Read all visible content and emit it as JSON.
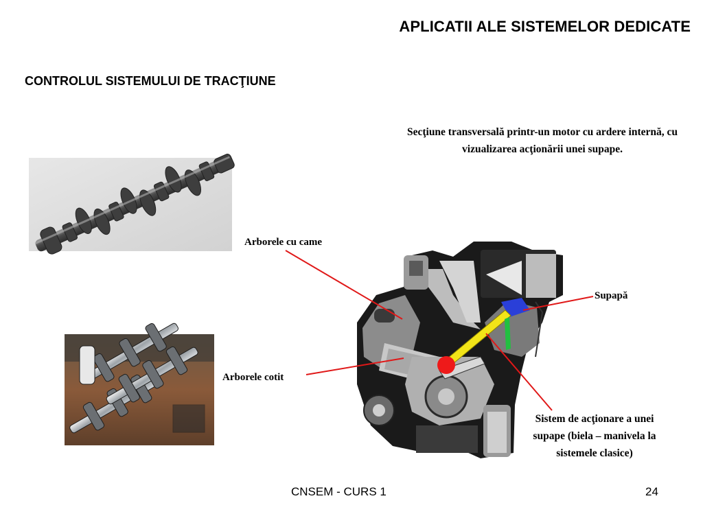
{
  "slide": {
    "title": "APLICATII ALE SISTEMELOR DEDICATE",
    "subtitle": "CONTROLUL SISTEMULUI DE TRACŢIUNE"
  },
  "caption_top": "Secţiune transversală printr-un motor cu ardere internă, cu vizualizarea acţionării unei supape.",
  "labels": {
    "camshaft": "Arborele cu came",
    "valve": "Supapă",
    "crankshaft": "Arborele cotit"
  },
  "caption_bottom": "Sistem de acţionare a unei supape (biela – manivela la sistemele clasice)",
  "footer": {
    "course": "CNSEM - CURS 1",
    "page": "24"
  },
  "colors": {
    "pointer": "#e01818",
    "cam_highlight": "#f2e418",
    "piston_highlight": "#ee1a1a",
    "valve_highlight": "#2a3fd8",
    "spring_highlight": "#22c040"
  }
}
